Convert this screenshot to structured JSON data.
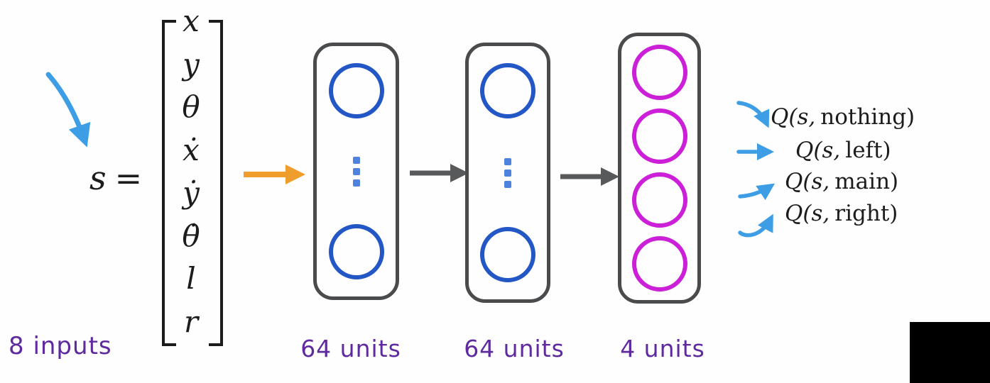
{
  "title": "Deep Q-Network architecture diagram (Lunar Lander)",
  "input": {
    "annotation_arrow": "curved-down-right-arrow",
    "symbol": "s",
    "equals": "=",
    "vector_entries": [
      "x",
      "y",
      "θ",
      "ẋ",
      "ẏ",
      "θ̇",
      "l",
      "r"
    ],
    "label": "8 inputs"
  },
  "layers": [
    {
      "label": "64 units",
      "type": "hidden",
      "nodes_shown": 2,
      "has_ellipsis": true,
      "ellipsis_dots": 3,
      "node_color": "#2357c5"
    },
    {
      "label": "64 units",
      "type": "hidden",
      "nodes_shown": 2,
      "has_ellipsis": true,
      "ellipsis_dots": 3,
      "node_color": "#2357c5"
    },
    {
      "label": "4 units",
      "type": "output",
      "nodes_shown": 4,
      "has_ellipsis": false,
      "ellipsis_dots": 0,
      "node_color": "#cc20d8"
    }
  ],
  "connections": [
    {
      "from": "input-vector",
      "to": "layer-1",
      "arrow": "straight",
      "color": "#ef9e2d"
    },
    {
      "from": "layer-1",
      "to": "layer-2",
      "arrow": "straight",
      "color": "#58595b"
    },
    {
      "from": "layer-2",
      "to": "layer-3",
      "arrow": "straight",
      "color": "#58595b"
    }
  ],
  "outputs": [
    {
      "q": "Q(s,",
      "action": "nothing)",
      "arrow": "curve-down-right"
    },
    {
      "q": "Q(s,",
      "action": "left)",
      "arrow": "straight-right"
    },
    {
      "q": "Q(s,",
      "action": "main)",
      "arrow": "slight-up-right"
    },
    {
      "q": "Q(s,",
      "action": "right)",
      "arrow": "curve-up-right"
    }
  ],
  "colors": {
    "hidden_node_blue": "#2357c5",
    "ellipsis_blue": "#4e82de",
    "output_node_magenta": "#cc20d8",
    "layer_border_gray": "#4a4b4d",
    "input_arrow_orange": "#ef9e2d",
    "between_arrow_gray": "#58595b",
    "hand_arrow_blue": "#3d9ee6",
    "label_purple": "#5e2a9d",
    "text_black": "#1c1c1c",
    "background": "#fefefe",
    "corner_block": "#000000"
  }
}
